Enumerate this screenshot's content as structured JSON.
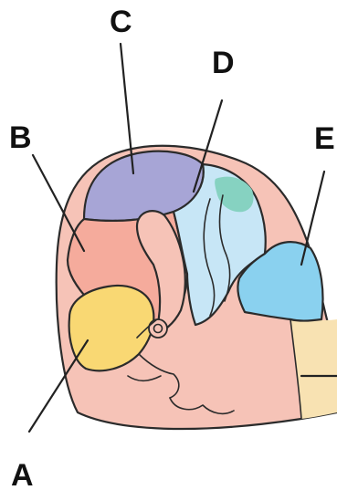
{
  "labels": {
    "a": "A",
    "b": "B",
    "c": "C",
    "d": "D",
    "e": "E"
  },
  "colors": {
    "skin": "#f6c3b7",
    "region_a": "#f9d873",
    "region_b": "#f5ab9c",
    "region_c": "#a7a5d6",
    "region_d": "#c7e6f6",
    "region_d_teal": "#86d2c1",
    "region_e": "#8ad1ef",
    "lower_band": "#f8e2b2",
    "outline": "#2b2b2b"
  }
}
